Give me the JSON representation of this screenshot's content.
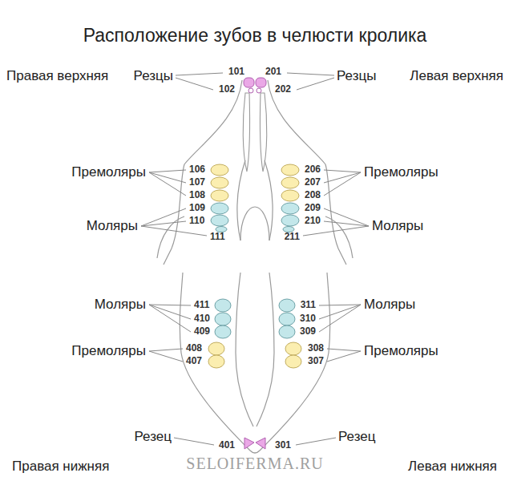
{
  "diagram": {
    "title": "Расположение зубов в челюсти кролика",
    "labels": [
      "Правая верхняя",
      "Резцы",
      "101",
      "201",
      "Резцы",
      "Левая верхняя",
      "102",
      "202",
      "Премоляры",
      "106",
      "107",
      "206",
      "207",
      "Премоляры",
      "108",
      "208",
      "109",
      "209",
      "Моляры",
      "110",
      "210",
      "Моляры",
      "111",
      "211",
      "Моляры",
      "411",
      "311",
      "Моляры",
      "410",
      "310",
      "409",
      "309",
      "Премоляры",
      "408",
      "308",
      "Премоляры",
      "407",
      "307",
      "Резец",
      "401",
      "301",
      "Резец",
      "Правая нижняя",
      "SELOIFERMA.RU",
      "Левая нижняя"
    ]
  }
}
